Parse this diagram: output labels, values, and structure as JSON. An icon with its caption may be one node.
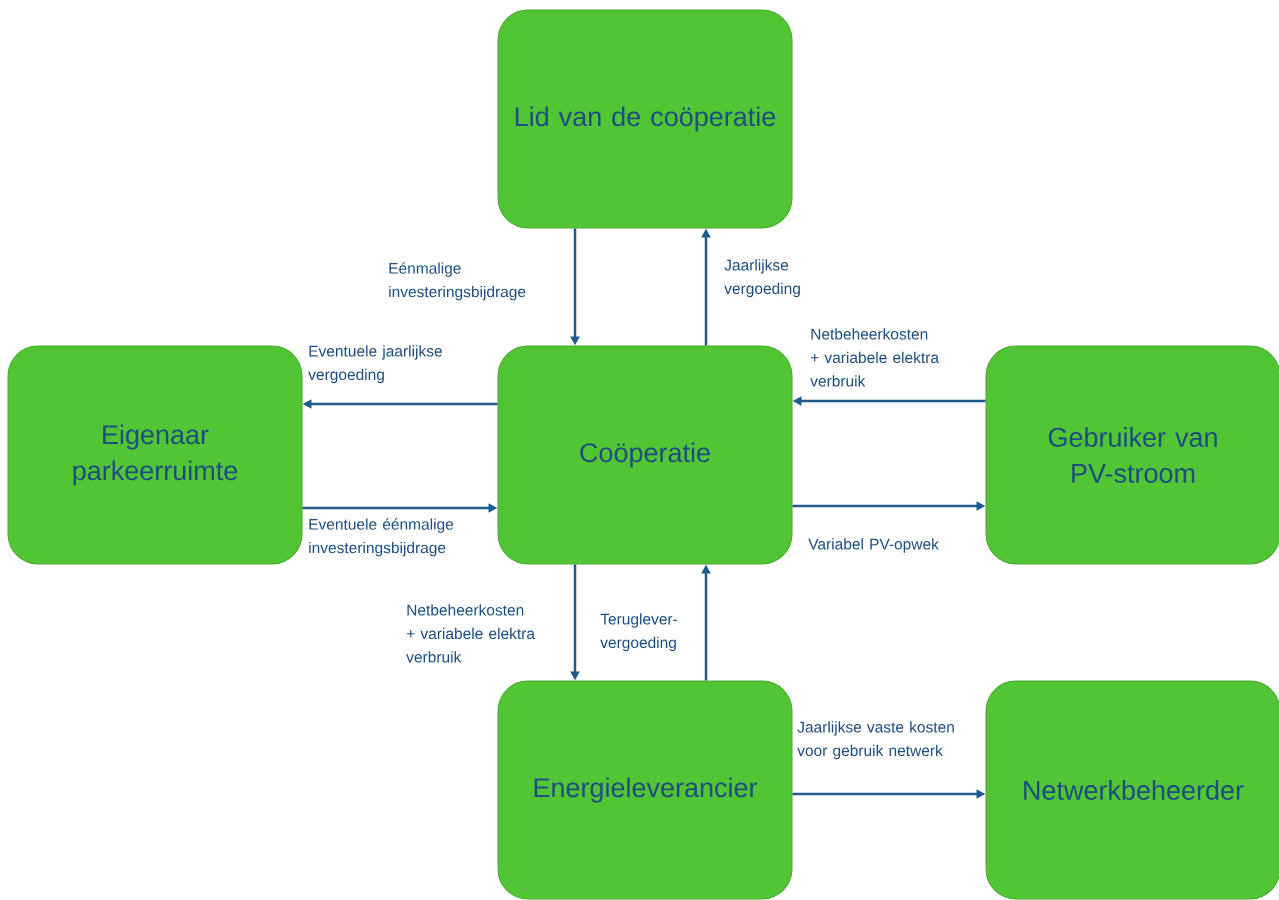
{
  "diagram": {
    "nodes": [
      {
        "text": [
          "Lid van de coöperatie"
        ]
      },
      {
        "text": [
          "Eigenaar parkeerruimte"
        ]
      },
      {
        "text": [
          "Coöperatie"
        ]
      },
      {
        "text": [
          "Gebruiker van PV-stroom"
        ]
      },
      {
        "text": [
          "Energieleverancier"
        ]
      },
      {
        "text": [
          "Netwerkbeheerder"
        ]
      }
    ],
    "edges": [
      {
        "from": 0,
        "to": 2,
        "arrow": "to",
        "label": "Eénmalige investeringsbijdrage"
      },
      {
        "from": 2,
        "to": 0,
        "arrow": "to",
        "label": "Jaarlijkse vergoeding"
      },
      {
        "from": 2,
        "to": 1,
        "arrow": "to",
        "label": "Eventuele jaarlijkse vergoeding"
      },
      {
        "from": 1,
        "to": 2,
        "arrow": "to",
        "label": "Eventuele éénmalige investeringsbijdrage"
      },
      {
        "from": 3,
        "to": 2,
        "arrow": "to",
        "label": "Netbeheerkosten + variabele elektra verbruik"
      },
      {
        "from": 2,
        "to": 3,
        "arrow": "to",
        "label": "Variabel PV-opwek"
      },
      {
        "from": 2,
        "to": 4,
        "arrow": "to",
        "label": "Netbeheerkosten + variabele elektra verbruik"
      },
      {
        "from": 4,
        "to": 2,
        "arrow": "to",
        "label": "Teruglever-vergoeding"
      },
      {
        "from": 4,
        "to": 5,
        "arrow": "to",
        "label": "Jaarlijkse vaste kosten voor gebruik netwerk"
      }
    ]
  }
}
